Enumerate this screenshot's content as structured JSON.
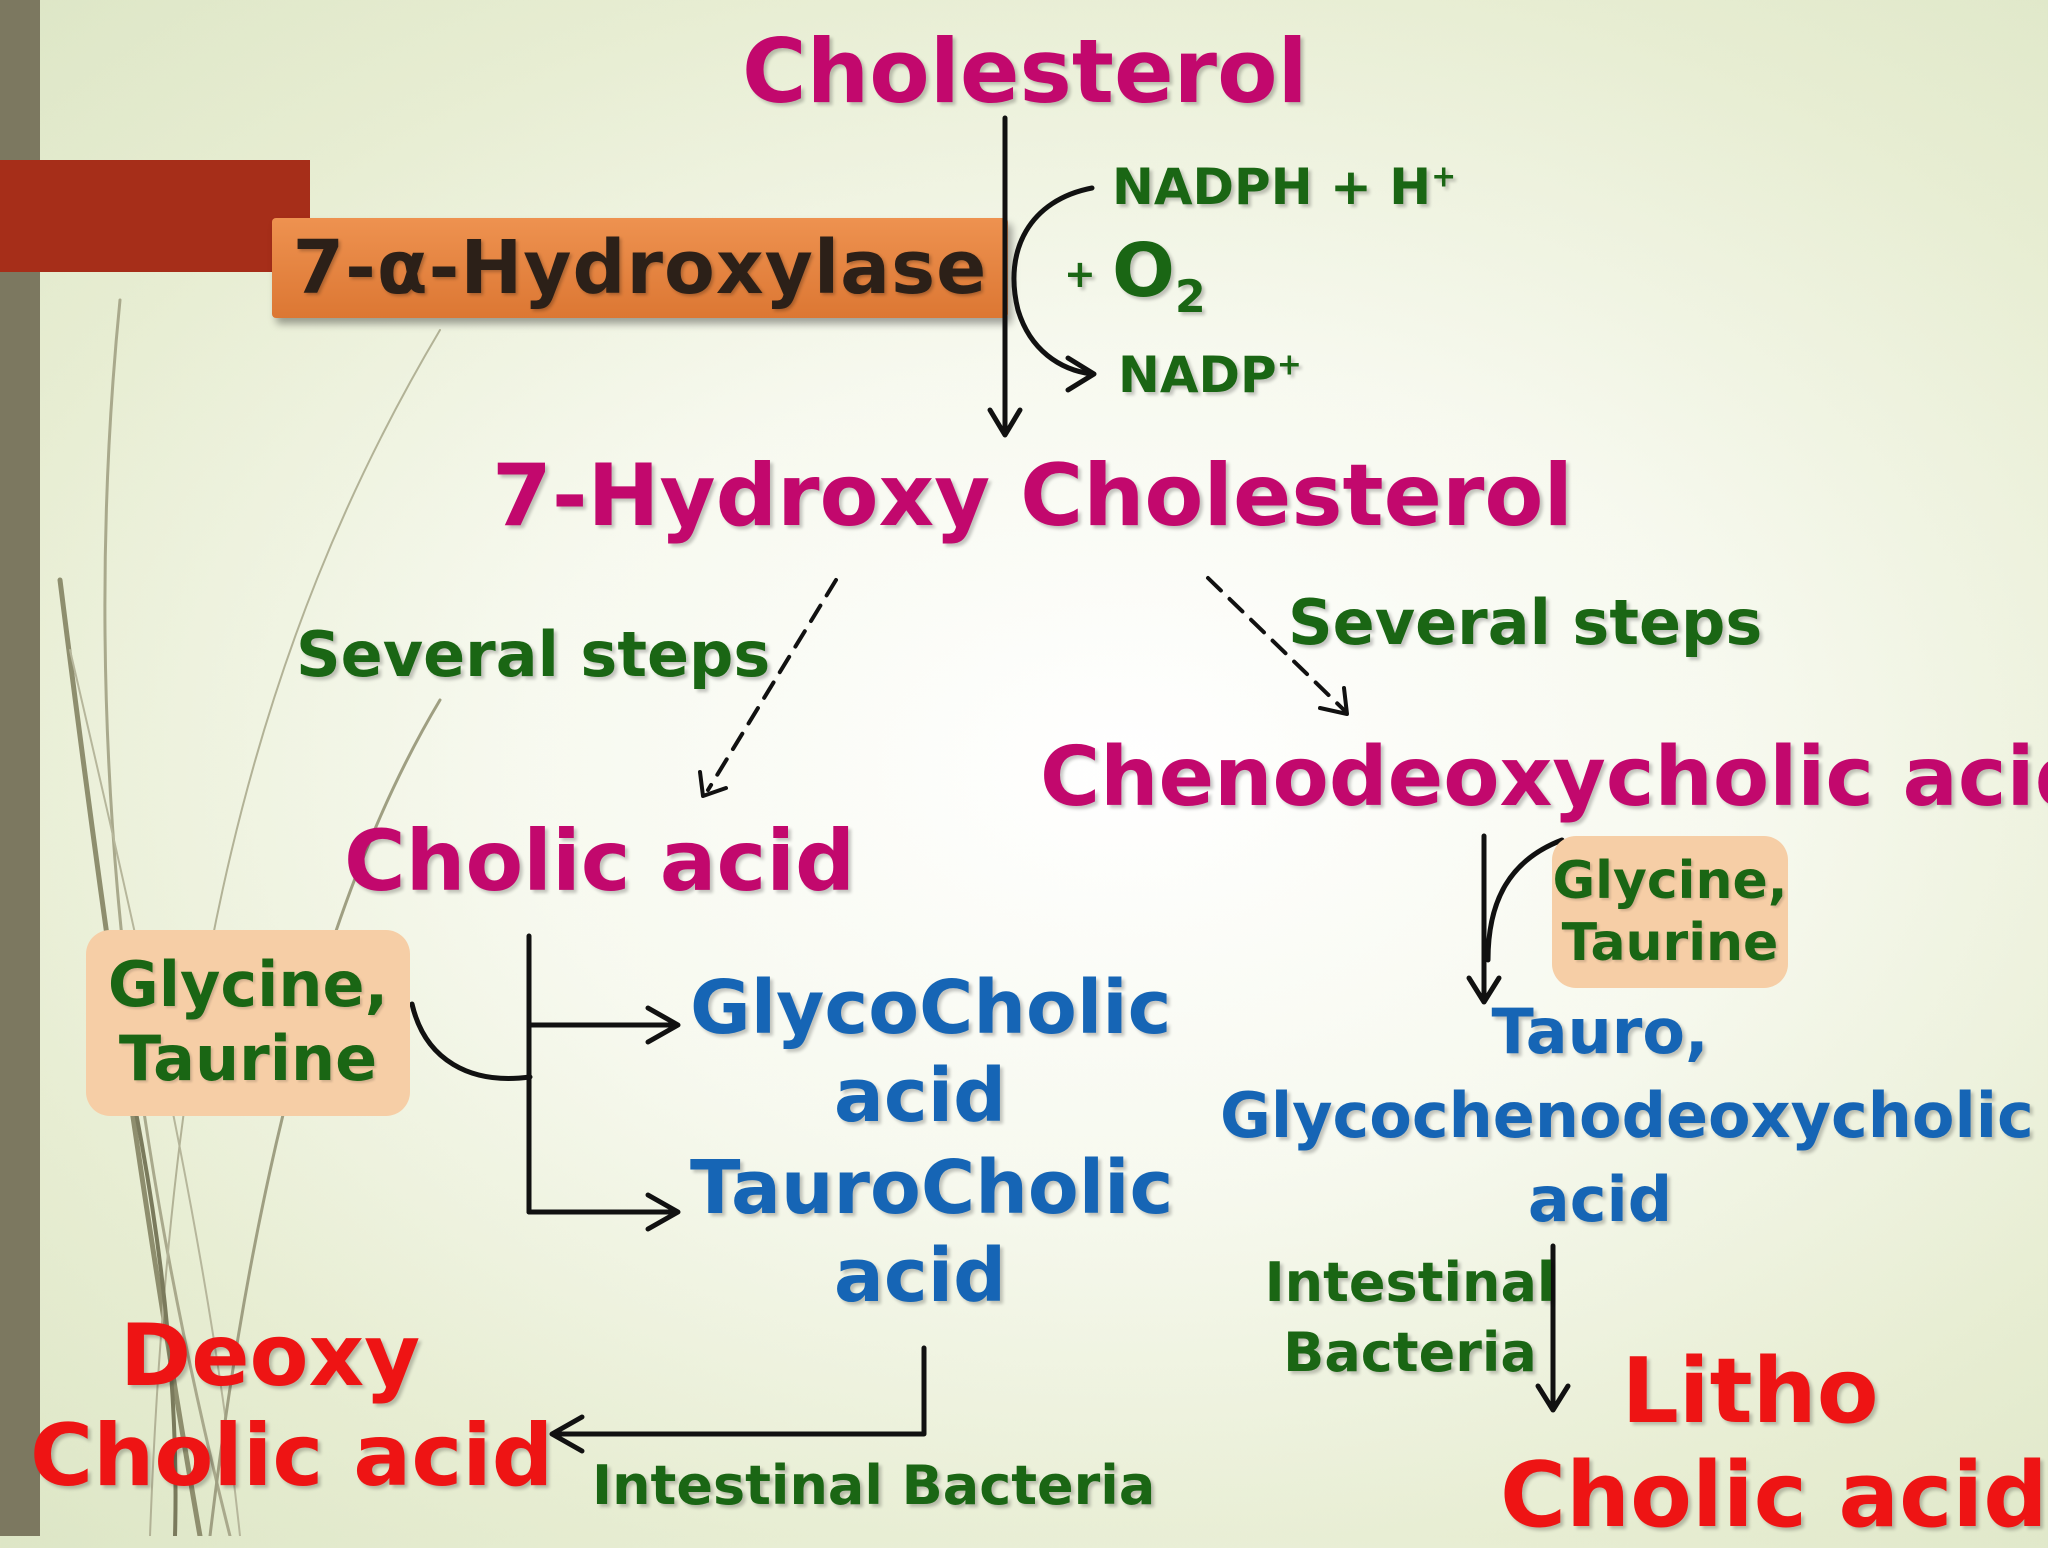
{
  "nodes": {
    "cholesterol": "Cholesterol",
    "hydroxy_cholesterol": "7-Hydroxy Cholesterol",
    "cholic_acid": "Cholic acid",
    "chenodeoxycholic_acid": "Chenodeoxycholic acid",
    "glycocholic_line1": "GlycoCholic",
    "glycocholic_line2": "acid",
    "taurocholic_line1": "TauroCholic",
    "taurocholic_line2": "acid",
    "tauro_glyco_line1": "Tauro,",
    "tauro_glyco_line2": "Glycochenodeoxycholic",
    "tauro_glyco_line3": "acid",
    "deoxy_line1": "Deoxy",
    "deoxy_line2": "Cholic acid",
    "litho_line1": "Litho",
    "litho_line2": "Cholic acid"
  },
  "enzyme": "7-α-Hydroxylase",
  "cofactors": {
    "nadph_text": "NADPH + H",
    "nadph_sup": "+",
    "o2_plus": "+",
    "o2_text": "O",
    "o2_sub": "2",
    "nadp_text": "NADP",
    "nadp_sup": "+"
  },
  "labels": {
    "several_steps_left": "Several steps",
    "several_steps_right": "Several steps",
    "glycine_taurine_left_1": "Glycine,",
    "glycine_taurine_left_2": "Taurine",
    "glycine_taurine_right_1": "Glycine,",
    "glycine_taurine_right_2": "Taurine",
    "intestinal_bacteria_bottom": "Intestinal Bacteria",
    "intestinal_bacteria_right_1": "Intestinal",
    "intestinal_bacteria_right_2": "Bacteria"
  },
  "colors": {
    "primary_compound": "#c2086d",
    "conjugated_compound": "#1665b5",
    "annotation": "#1a6614",
    "secondary_bile_acid": "#ee1414",
    "enzyme_box": "#e3803c"
  }
}
